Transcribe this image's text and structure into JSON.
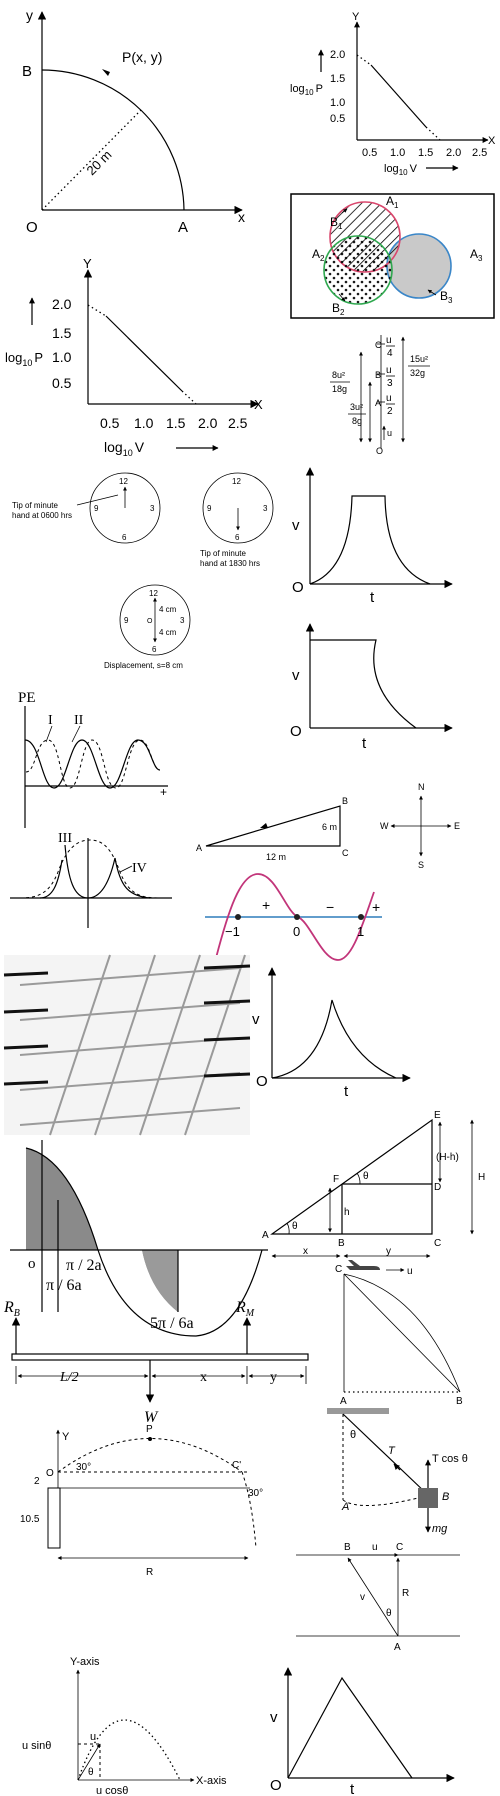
{
  "quarter_circle": {
    "y": "y",
    "x": "x",
    "b": "B",
    "p": "P(x, y)",
    "o": "O",
    "a": "A",
    "radius": "20 m"
  },
  "log_graph_top": {
    "y": "Y",
    "x": "X",
    "ylabel_prefix": "log",
    "ylabel_sub": "10",
    "ylabel_var": "P",
    "xlabel_prefix": "log",
    "xlabel_sub": "10",
    "xlabel_var": "V",
    "yticks": [
      "2.0",
      "1.5",
      "1.0",
      "0.5"
    ],
    "xticks": [
      "0.5",
      "1.0",
      "1.5",
      "2.0",
      "2.5"
    ]
  },
  "venn": {
    "a1": "A",
    "a2": "A",
    "a3": "A",
    "b1": "B",
    "b2": "B",
    "b3": "B",
    "s1": "1",
    "s2": "2",
    "s3": "3"
  },
  "log_graph_mid": {
    "y": "Y",
    "x": "X",
    "ylabel_prefix": "log",
    "ylabel_sub": "10",
    "ylabel_var": "P",
    "xlabel_prefix": "log",
    "xlabel_sub": "10",
    "xlabel_var": "V",
    "yticks": [
      "2.0",
      "1.5",
      "1.0",
      "0.5"
    ],
    "xticks": [
      "0.5",
      "1.0",
      "1.5",
      "2.0",
      "2.5"
    ]
  },
  "heights": {
    "c": "C",
    "b": "B",
    "a": "A",
    "o": "O",
    "u": "u",
    "u4": "u",
    "d4": "4",
    "u3": "u",
    "d3": "3",
    "u2": "u",
    "d2": "2",
    "left_num": "8u²",
    "left_den": "18g",
    "mid_num": "3u²",
    "mid_den": "8g",
    "right_num": "15u²",
    "right_den": "32g"
  },
  "clock1": {
    "n12": "12",
    "n3": "3",
    "n6": "6",
    "n9": "9",
    "caption1": "Tip of minute",
    "caption2": "hand at 0600 hrs"
  },
  "clock2": {
    "n12": "12",
    "n3": "3",
    "n6": "6",
    "n9": "9",
    "caption1": "Tip of minute",
    "caption2": "hand at 1830 hrs"
  },
  "clock3": {
    "n12": "12",
    "n3": "3",
    "n6": "6",
    "n9": "9",
    "o": "O",
    "d1": "4 cm",
    "d2": "4 cm",
    "caption": "Displacement, s=8 cm"
  },
  "vt1": {
    "v": "v",
    "o": "O",
    "t": "t"
  },
  "vt2": {
    "v": "v",
    "o": "O",
    "t": "t"
  },
  "vt3": {
    "v": "v",
    "o": "O",
    "t": "t"
  },
  "vt4": {
    "v": "v",
    "o": "O",
    "t": "t"
  },
  "pe_graph": {
    "pe": "PE",
    "i": "I",
    "ii": "II",
    "plus": "+"
  },
  "pe_graph2": {
    "iii": "III",
    "iv": "IV"
  },
  "triangle": {
    "a": "A",
    "b": "B",
    "c": "C",
    "side_bc": "6 m",
    "side_ac": "12 m"
  },
  "compass": {
    "n": "N",
    "s": "S",
    "e": "E",
    "w": "W"
  },
  "sine_sign": {
    "m1": "−1",
    "zero": "0",
    "one": "1",
    "plus1": "+",
    "minus": "−",
    "plus2": "+"
  },
  "shaded_sine": {
    "o": "o",
    "t1": "π / 2a",
    "t2": "π / 6a",
    "t3": "5π / 6a"
  },
  "similar_triangles": {
    "e": "E",
    "f": "F",
    "d": "D",
    "a": "A",
    "b": "B",
    "c": "C",
    "h": "h",
    "hh": "(H-h)",
    "H": "H",
    "x": "x",
    "y": "y",
    "theta1": "θ",
    "theta2": "θ"
  },
  "plane": {
    "c": "C",
    "u": "u",
    "a": "A",
    "b": "B"
  },
  "beam": {
    "rb": "R",
    "rb_sub": "B",
    "rm": "R",
    "rm_sub": "M",
    "l2": "L/2",
    "x": "x",
    "y": "y",
    "w": "W"
  },
  "pendulum": {
    "theta": "θ",
    "t": "T",
    "tcos": "T cos θ",
    "b": "B",
    "a": "A",
    "mg": "mg"
  },
  "projectile_cliff": {
    "y": "Y",
    "p": "P",
    "o": "O",
    "c": "C'",
    "a1": "30°",
    "a2": "30°",
    "h1": "2",
    "h2": "10.5",
    "r": "R"
  },
  "vector_river": {
    "b": "B",
    "c": "C",
    "a": "A",
    "u": "u",
    "v": "v",
    "r": "R",
    "theta": "θ"
  },
  "projectile_axes": {
    "yaxis": "Y-axis",
    "xaxis": "X-axis",
    "usin": "u sinθ",
    "ucos": "u cosθ",
    "u": "u",
    "theta": "θ"
  }
}
